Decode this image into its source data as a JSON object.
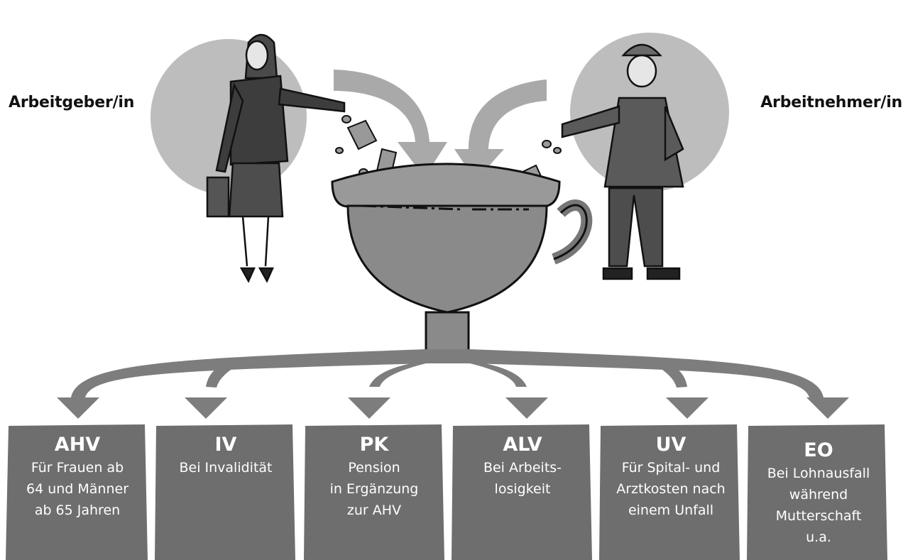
{
  "labels": {
    "left": "Arbeitgeber/in",
    "right": "Arbeitnehmer/in"
  },
  "boxes": [
    {
      "abbr": "AHV",
      "desc": "Für Frauen ab\n64 und Männer\nab 65 Jahren"
    },
    {
      "abbr": "IV",
      "desc": "Bei Invalidität"
    },
    {
      "abbr": "PK",
      "desc": "Pension\nin Ergänzung\nzur AHV"
    },
    {
      "abbr": "ALV",
      "desc": "Bei Arbeits-\nlosigkeit"
    },
    {
      "abbr": "UV",
      "desc": "Für Spital- und\nArztkosten nach\neinem Unfall"
    },
    {
      "abbr": "EO",
      "desc": "Bei Lohnausfall\nwährend\nMutterschaft\nu.a."
    }
  ],
  "colors": {
    "box_fill": "#6e6e6e",
    "circle_fill": "#bdbdbd",
    "arrow_fill": "#7d7d7d",
    "funnel_fill": "#8a8a8a"
  },
  "icons": [
    "businesswoman-figure",
    "worker-figure",
    "funnel-icon",
    "coins-icon"
  ]
}
